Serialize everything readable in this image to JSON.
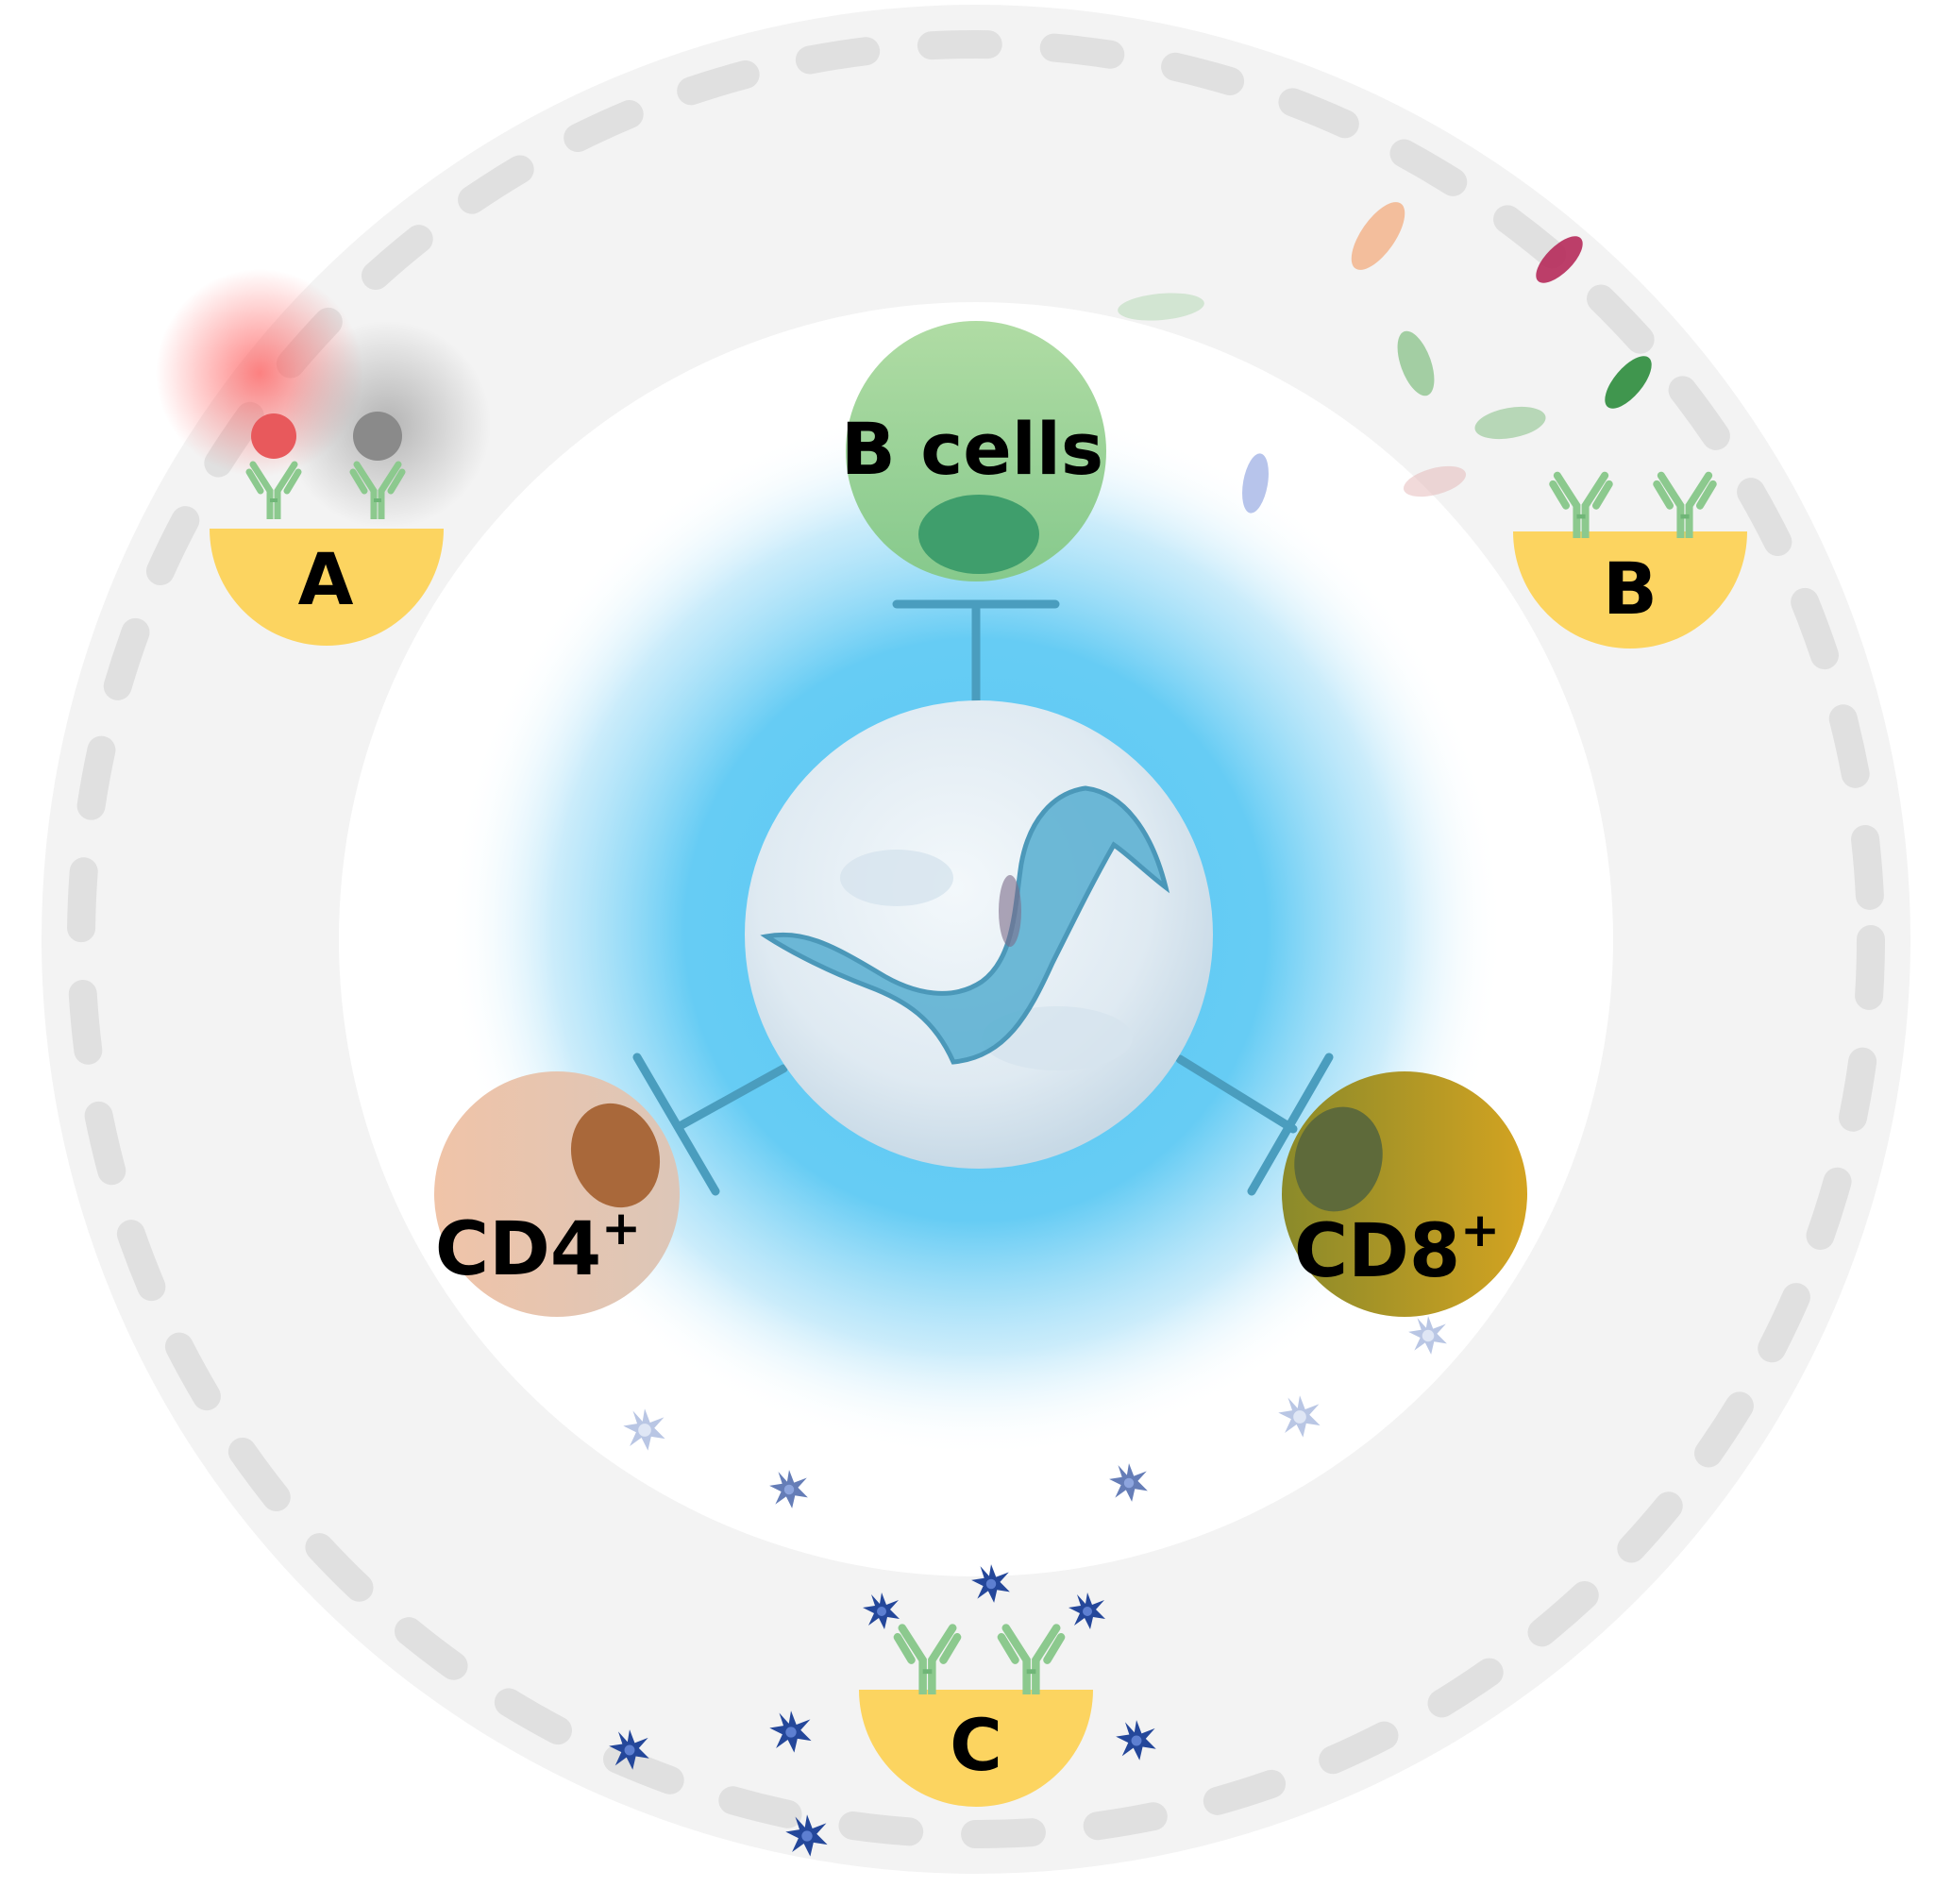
{
  "center": {
    "icon": "trypanosome-parasite-icon"
  },
  "cells": {
    "b_cells": {
      "label": "B cells",
      "color": "#9dd49a"
    },
    "cd4": {
      "label": "CD4",
      "sup": "+",
      "color": "#e8bfa4"
    },
    "cd8": {
      "label": "CD8",
      "sup": "+",
      "color": "#c79a22"
    }
  },
  "mechanisms": {
    "a": {
      "label": "A"
    },
    "b": {
      "label": "B"
    },
    "c": {
      "label": "C"
    }
  },
  "colors": {
    "inhibition": "#4a9dbe",
    "glow": "#5cc8f3",
    "plate": "#fcd460",
    "antibody": "#8cc98e",
    "cytokine": "#24479a",
    "outer_ring": "#f2f2f2",
    "dash": "#e0e0e0"
  }
}
